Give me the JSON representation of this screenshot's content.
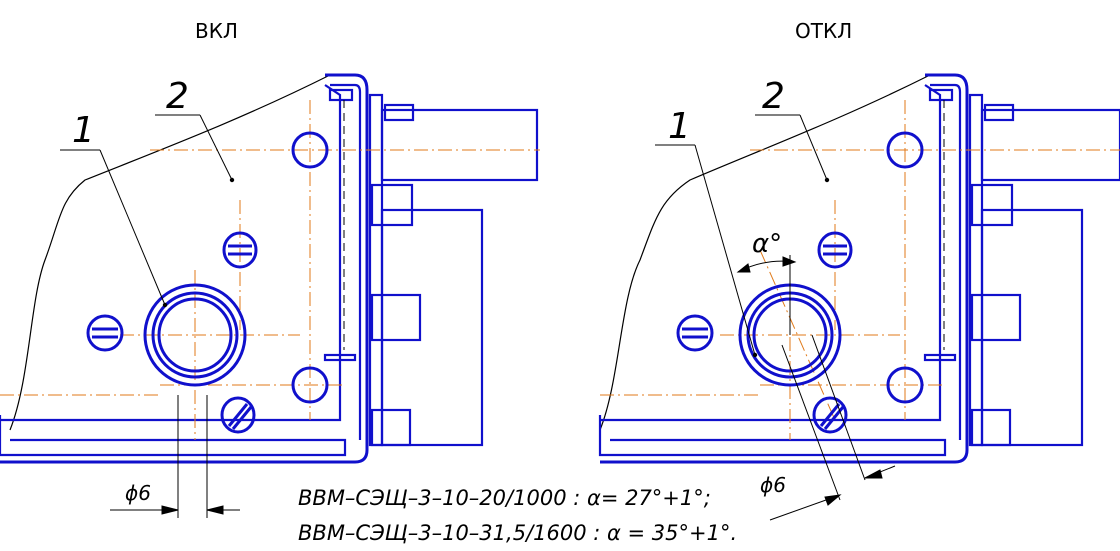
{
  "views": {
    "on": {
      "title": "ВКЛ",
      "part1": "1",
      "part2": "2",
      "dimension": "ϕ6"
    },
    "off": {
      "title": "ОТКЛ",
      "part1": "1",
      "part2": "2",
      "dimension": "ϕ6",
      "angle": "α°"
    }
  },
  "notes": {
    "line1": "ВВМ–СЭЩ–3–10–20/1000 : α= 27°+1°;",
    "line2": "ВВМ–СЭЩ–3–10–31,5/1600 : α = 35°+1°."
  },
  "colors": {
    "outline": "#1010cc",
    "centerline": "#e07a1a",
    "annotation": "#000000"
  }
}
